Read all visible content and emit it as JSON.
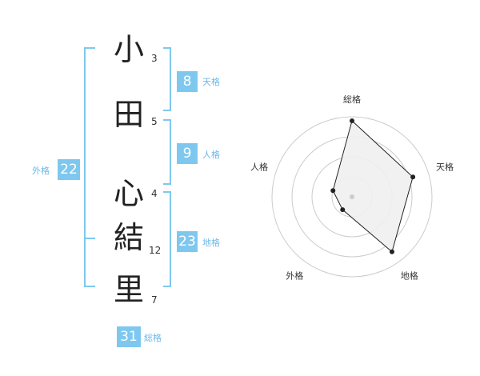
{
  "name": [
    {
      "char": "小",
      "strokes": "3"
    },
    {
      "char": "田",
      "strokes": "5"
    },
    {
      "char": "心",
      "strokes": "4"
    },
    {
      "char": "結",
      "strokes": "12"
    },
    {
      "char": "里",
      "strokes": "7"
    }
  ],
  "fortunes": {
    "tenkaku": {
      "label": "天格",
      "value": "8"
    },
    "jinkaku": {
      "label": "人格",
      "value": "9"
    },
    "chikaku": {
      "label": "地格",
      "value": "23"
    },
    "gaikaku": {
      "label": "外格",
      "value": "22"
    },
    "soukaku": {
      "label": "総格",
      "value": "31"
    }
  },
  "colors": {
    "accent": "#7ec8ef",
    "text": "#222222",
    "fill": "#f0f0f0"
  },
  "chart_data": {
    "type": "radar",
    "axes": [
      "総格",
      "天格",
      "地格",
      "外格",
      "人格"
    ],
    "values": [
      0.95,
      0.8,
      0.85,
      0.2,
      0.25
    ],
    "rings": 4
  }
}
